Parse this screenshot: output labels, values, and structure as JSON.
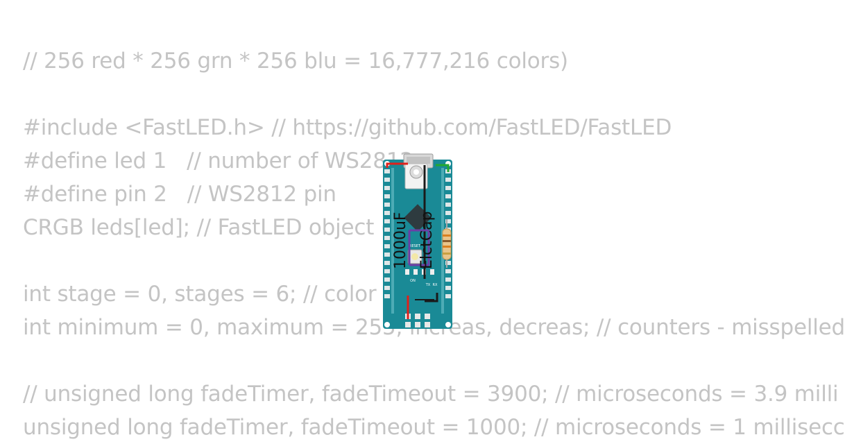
{
  "code": {
    "lines": [
      "// 256 red * 256 grn * 256 blu = 16,777,216 colors)",
      "",
      "#include <FastLED.h> // https://github.com/FastLED/FastLED",
      "#define led 1   // number of WS2812",
      "#define pin 2   // WS2812 pin",
      "CRGB leds[led]; // FastLED object (l",
      "",
      "int stage = 0, stages = 6; // color sta",
      "int minimum = 0, maximum = 255, increas, decreas; // counters - misspelled",
      "",
      "// unsigned long fadeTimer, fadeTimeout = 3900; // microseconds = 3.9 milli",
      "unsigned long fadeTimer, fadeTimeout = 1000; // microseconds = 1 millisecc"
    ]
  },
  "diagram": {
    "capacitor_value": "1000uF",
    "capacitor_type": "ElctCap",
    "board_labels": {
      "reset": "RESET",
      "on": "ON",
      "tx": "TX",
      "rx": "RX"
    },
    "colors": {
      "board": "#1a8a96",
      "wire_red": "#e0201b",
      "wire_black": "#1a1a1a",
      "wire_green": "#22a82f",
      "resistor_body": "#e8c48a",
      "pin_header": "#e8e8e8"
    }
  }
}
